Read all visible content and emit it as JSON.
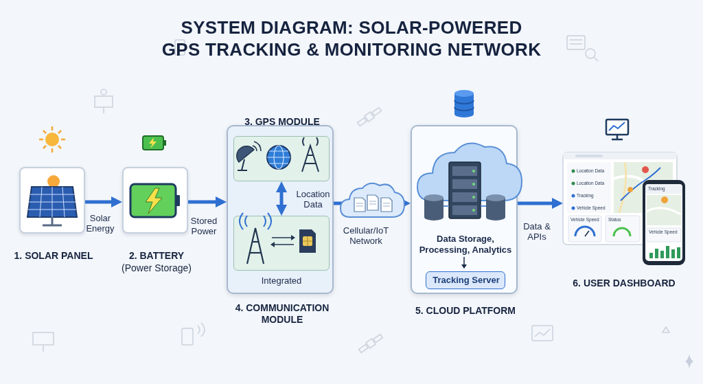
{
  "diagram": {
    "title": "SYSTEM DIAGRAM: SOLAR-POWERED GPS TRACKING & MONITORING NETWORK",
    "nodes": [
      {
        "text": [
          "1. SOLAR PANEL"
        ]
      },
      {
        "text": [
          "2. BATTERY",
          "(Power Storage)"
        ]
      },
      {
        "text": [
          "Integrated"
        ]
      },
      {
        "text": [
          "3. GPS MODULE"
        ],
        "in": 2
      },
      {
        "text": [
          "4. COMMUNICATION MODULE"
        ],
        "in": 2
      },
      {
        "text": [
          "Data Storage, Processing, Analytics",
          "5. CLOUD PLATFORM"
        ]
      },
      {
        "text": [
          "Tracking Server"
        ],
        "in": 5
      },
      {
        "text": [
          "6. USER DASHBOARD"
        ]
      }
    ],
    "edges": [
      {
        "from": 0,
        "to": 1,
        "label": "Solar Energy",
        "arrow": "to"
      },
      {
        "from": 1,
        "to": 2,
        "label": "Stored Power",
        "arrow": "to"
      },
      {
        "from": 3,
        "to": 4,
        "label": "Location Data",
        "arrow": "both"
      },
      {
        "from": 2,
        "to": 5,
        "label": "Cellular/IoT Network",
        "arrow": "to"
      },
      {
        "from": 5,
        "to": 7,
        "label": "Data & APIs",
        "arrow": "to"
      }
    ],
    "labels": [
      "Location Data",
      "Location Data",
      "Tracking",
      "Vehicle Speed",
      "Vehicle Speed",
      "Status",
      "Tracking",
      "Vehicle Speed"
    ]
  }
}
